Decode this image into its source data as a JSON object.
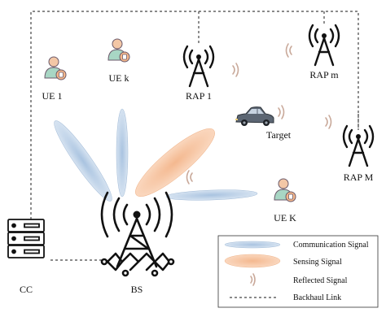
{
  "nodes": {
    "ue1": "UE 1",
    "uek": "UE k",
    "uek_label": "UE K",
    "rap1": "RAP 1",
    "rapm": "RAP m",
    "rapM": "RAP M",
    "target": "Target",
    "cc": "CC",
    "bs": "BS"
  },
  "legend": {
    "communication": "Communication Signal",
    "sensing": "Sensing Signal",
    "reflected": "Reflected Signal",
    "backhaul": "Backhaul Link"
  },
  "colors": {
    "communication_beam": "#b9cfe6",
    "sensing_beam": "#f6c6a6",
    "reflected_wave": "#c9a99a",
    "backhaul": "#444444",
    "icon_skin": "#f3c7a6",
    "icon_body": "#a8d6c4",
    "icon_phone": "#f5b78a"
  }
}
